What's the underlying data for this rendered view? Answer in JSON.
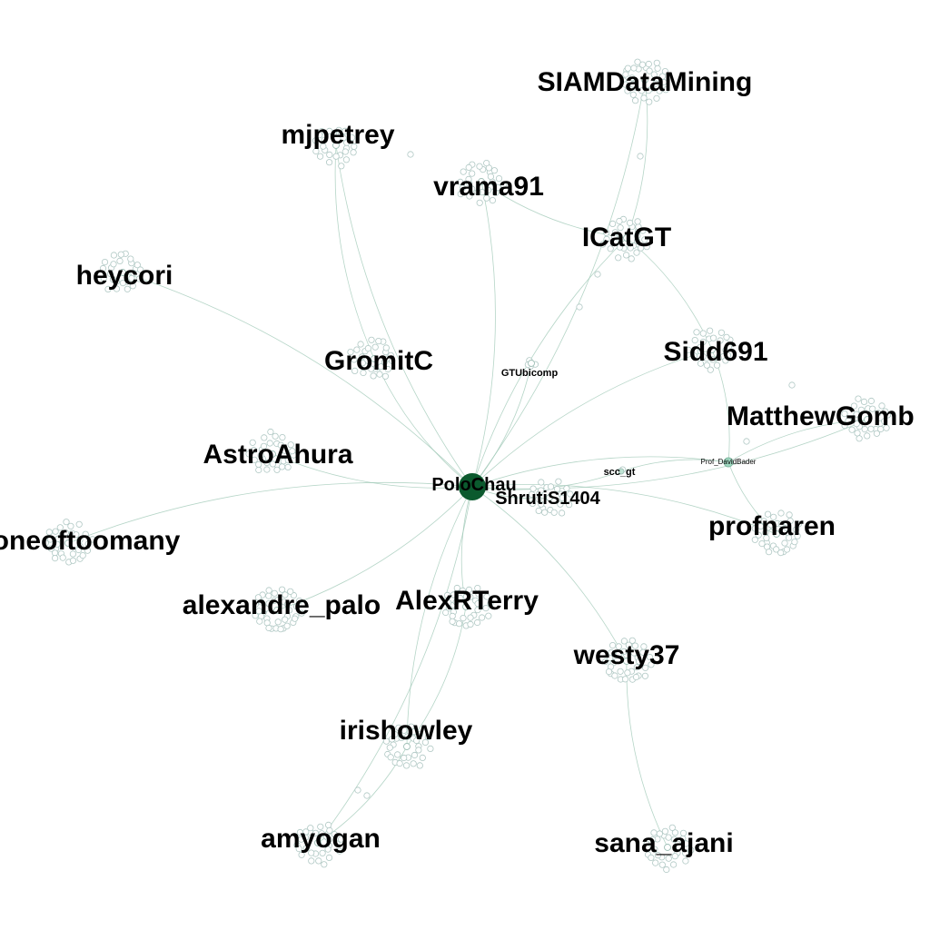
{
  "graph": {
    "center": {
      "id": "PoloChau",
      "label": "PoloChau",
      "color": "#0b5a2e"
    },
    "hubs": [
      {
        "id": "SIAMDataMining",
        "label": "SIAMDataMining",
        "leaves": 34
      },
      {
        "id": "mjpetrey",
        "label": "mjpetrey",
        "leaves": 26
      },
      {
        "id": "vrama91",
        "label": "vrama91",
        "leaves": 30
      },
      {
        "id": "ICatGT",
        "label": "ICatGT",
        "leaves": 30
      },
      {
        "id": "heycori",
        "label": "heycori",
        "leaves": 26
      },
      {
        "id": "GromitC",
        "label": "GromitC",
        "leaves": 28
      },
      {
        "id": "GTUbicomp",
        "label": "GTUbicomp",
        "leaves": 4
      },
      {
        "id": "Sidd691",
        "label": "Sidd691",
        "leaves": 28
      },
      {
        "id": "MatthewGomb",
        "label": "MatthewGomb",
        "leaves": 30
      },
      {
        "id": "AstroAhura",
        "label": "AstroAhura",
        "leaves": 30
      },
      {
        "id": "scc_gt",
        "label": "scc_gt",
        "leaves": 2
      },
      {
        "id": "Prof_DavidBader",
        "label": "Prof_DavidBader",
        "leaves": 0
      },
      {
        "id": "ShrutiS1404",
        "label": "ShrutiS1404",
        "leaves": 24
      },
      {
        "id": "profnaren",
        "label": "profnaren",
        "leaves": 34
      },
      {
        "id": "oneoftoomany",
        "label": "oneoftoomany",
        "leaves": 32
      },
      {
        "id": "alexandre_palo",
        "label": "alexandre_palo",
        "leaves": 40
      },
      {
        "id": "AlexRTerry",
        "label": "AlexRTerry",
        "leaves": 34
      },
      {
        "id": "westy37",
        "label": "westy37",
        "leaves": 36
      },
      {
        "id": "irishowley",
        "label": "irishowley",
        "leaves": 32
      },
      {
        "id": "amyogan",
        "label": "amyogan",
        "leaves": 30
      },
      {
        "id": "sana_ajani",
        "label": "sana_ajani",
        "leaves": 32
      }
    ],
    "edges": [
      [
        "PoloChau",
        "SIAMDataMining"
      ],
      [
        "PoloChau",
        "mjpetrey"
      ],
      [
        "PoloChau",
        "vrama91"
      ],
      [
        "PoloChau",
        "ICatGT"
      ],
      [
        "PoloChau",
        "heycori"
      ],
      [
        "PoloChau",
        "GromitC"
      ],
      [
        "PoloChau",
        "GTUbicomp"
      ],
      [
        "PoloChau",
        "Sidd691"
      ],
      [
        "PoloChau",
        "MatthewGomb"
      ],
      [
        "PoloChau",
        "AstroAhura"
      ],
      [
        "PoloChau",
        "scc_gt"
      ],
      [
        "PoloChau",
        "Prof_DavidBader"
      ],
      [
        "PoloChau",
        "ShrutiS1404"
      ],
      [
        "PoloChau",
        "profnaren"
      ],
      [
        "PoloChau",
        "oneoftoomany"
      ],
      [
        "PoloChau",
        "alexandre_palo"
      ],
      [
        "PoloChau",
        "AlexRTerry"
      ],
      [
        "PoloChau",
        "westy37"
      ],
      [
        "PoloChau",
        "irishowley"
      ],
      [
        "PoloChau",
        "amyogan"
      ],
      [
        "westy37",
        "sana_ajani"
      ],
      [
        "ICatGT",
        "vrama91"
      ],
      [
        "ICatGT",
        "SIAMDataMining"
      ],
      [
        "ICatGT",
        "Sidd691"
      ],
      [
        "Prof_DavidBader",
        "profnaren"
      ],
      [
        "Prof_DavidBader",
        "MatthewGomb"
      ],
      [
        "Prof_DavidBader",
        "Sidd691"
      ],
      [
        "scc_gt",
        "Prof_DavidBader"
      ],
      [
        "irishowley",
        "AlexRTerry"
      ],
      [
        "irishowley",
        "amyogan"
      ],
      [
        "mjpetrey",
        "GromitC"
      ]
    ]
  }
}
